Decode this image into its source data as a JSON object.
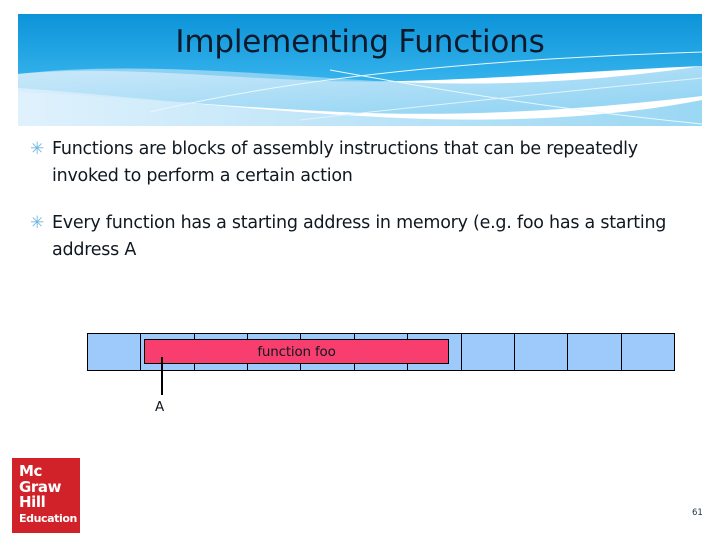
{
  "slide": {
    "title": "Implementing Functions",
    "page_number": "61"
  },
  "theme": {
    "banner_blue_dark": "#1C9AD6",
    "banner_blue_light": "#AFDCF5",
    "bullet_marker_color": "#6FB6E0",
    "memory_cell_fill": "#9DC9FB",
    "function_bar_fill": "#F73E6E",
    "logo_red": "#D12229",
    "text_color": "#101820"
  },
  "bullets": [
    {
      "marker": "✳",
      "marker_name": "asterisk-bullet-icon",
      "text": "Functions are blocks of assembly instructions that can be repeatedly invoked to perform a certain action"
    },
    {
      "marker": "✳",
      "marker_name": "asterisk-bullet-icon",
      "text": "Every function has a starting address in memory (e.g. foo has a starting address A"
    }
  ],
  "memory_diagram": {
    "cell_count": 11,
    "function_label": "function foo",
    "address_label": "A"
  },
  "logo": {
    "line1": "Mc",
    "line2": "Graw",
    "line3": "Hill",
    "line4": "Education"
  }
}
